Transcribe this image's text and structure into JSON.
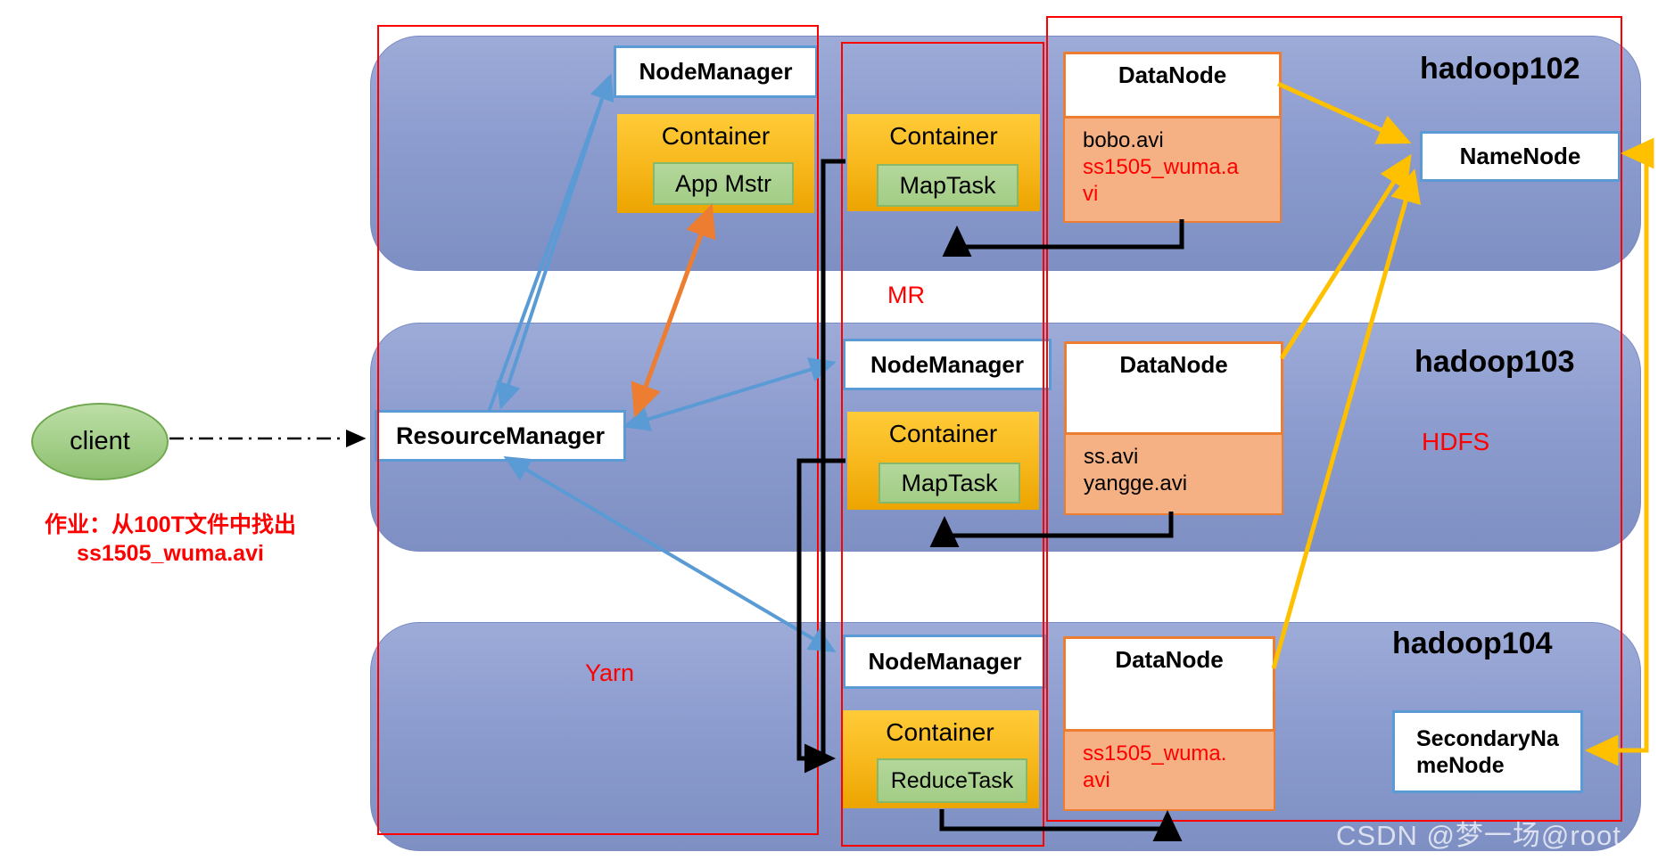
{
  "client": {
    "label": "client"
  },
  "job_note": {
    "line1": "作业：从100T文件中找出",
    "line2": "ss1505_wuma.avi"
  },
  "regions": {
    "yarn": "Yarn",
    "mr": "MR",
    "hdfs": "HDFS"
  },
  "resource_manager": {
    "label": "ResourceManager"
  },
  "name_node": {
    "label": "NameNode"
  },
  "secondary_name_node": {
    "label": "SecondaryNameNode"
  },
  "node102": {
    "title": "hadoop102",
    "node_manager": "NodeManager",
    "yarn_container": {
      "label": "Container",
      "task": "App Mstr"
    },
    "mr_container": {
      "label": "Container",
      "task": "MapTask"
    },
    "data_node": {
      "title": "DataNode",
      "file1": "bobo.avi",
      "file2": "ss1505_wuma.avi"
    }
  },
  "node103": {
    "title": "hadoop103",
    "node_manager": "NodeManager",
    "mr_container": {
      "label": "Container",
      "task": "MapTask"
    },
    "data_node": {
      "title": "DataNode",
      "file1": "ss.avi",
      "file2": "yangge.avi"
    }
  },
  "node104": {
    "title": "hadoop104",
    "node_manager": "NodeManager",
    "mr_container": {
      "label": "Container",
      "task": "ReduceTask"
    },
    "data_node": {
      "title": "DataNode",
      "file1": "ss1505_wuma.avi"
    }
  },
  "watermark": "CSDN @梦一场@root",
  "colors": {
    "node_background_blue": "#8C9CCE",
    "region_outline_red": "#FF0000",
    "box_border_blue": "#5B9BD5",
    "container_orange": "#FFC000",
    "task_green": "#A9D18E",
    "datanode_border_orange": "#ED7D31",
    "datanode_files_salmon": "#F5B183",
    "arrow_blue": "#5B9BD5",
    "arrow_orange": "#ED7D31",
    "arrow_yellow": "#FFC000",
    "arrow_black": "#000000",
    "highlight_red": "#FF0000"
  }
}
